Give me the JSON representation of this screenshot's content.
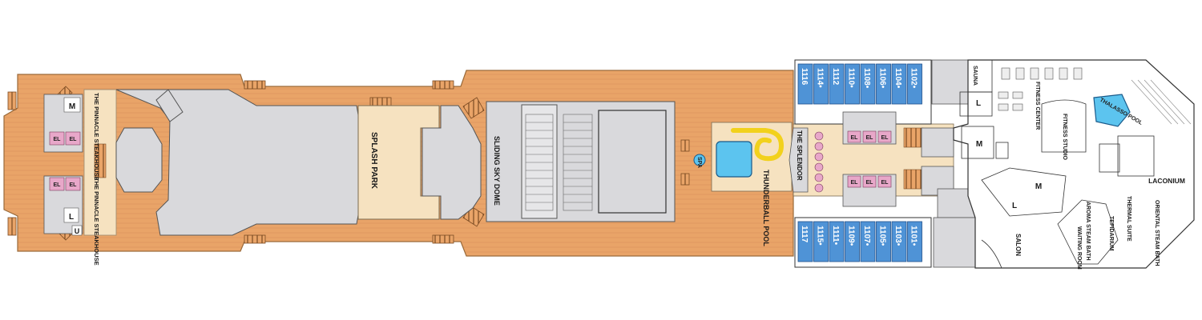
{
  "deck_areas": {
    "steakhouse_top": "THE PINNACLE STEAKHOUSE",
    "steakhouse_bottom": "THE PINNACLE STEAKHOUSE",
    "splash_park": "SPLASH PARK",
    "sky_dome": "SLIDING SKY DOME",
    "spa_badge": "SPA",
    "thunderball": "THUNDERBALL POOL",
    "splendor": "THE SPLENDOR",
    "fitness_center": "FITNESS CENTER",
    "fitness_studio": "FITNESS STUDIO",
    "thalasso": "THALASSO POOL",
    "laconium": "LACONIUM",
    "oriental": "ORIENTAL STEAM BATH",
    "thermal": "THERMAL SUITE",
    "tepidarium": "TEPIDARIUM",
    "waiting": "WAITING ROOM",
    "aroma": "AROMA STEAM BATH",
    "salon": "SALON",
    "sauna": "SAUNA"
  },
  "markers": {
    "m": "M",
    "l": "L",
    "u": "U",
    "el": "EL"
  },
  "cabins_top": [
    "1116",
    "1114•",
    "1112",
    "1110•",
    "1108•",
    "1106•",
    "1104•",
    "1102•"
  ],
  "cabins_bottom": [
    "1117",
    "1115•",
    "1111•",
    "1109•",
    "1107•",
    "1105•",
    "1103•",
    "1101•"
  ],
  "colors": {
    "deck_wood": "#e9a468",
    "wood_dark": "#c8804a",
    "covered_gray": "#d9d9dc",
    "cream": "#f6e2c0",
    "cabin_blue": "#4f93d6",
    "pool_blue": "#5cc4ef",
    "elevator_pink": "#e8a7c9",
    "slide_yellow": "#f2d11c"
  }
}
